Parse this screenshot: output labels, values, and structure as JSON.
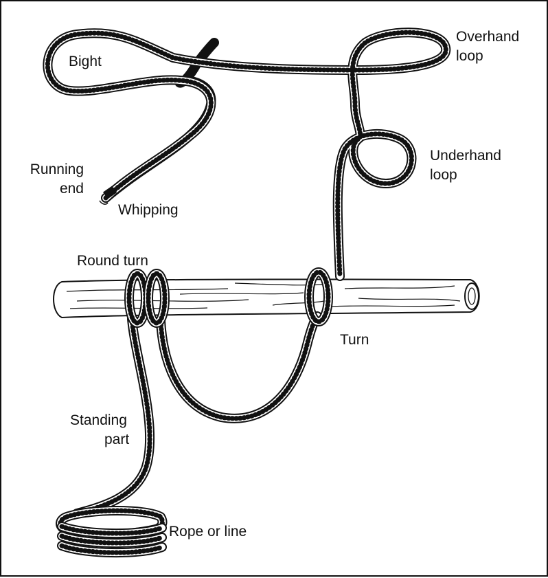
{
  "labels": {
    "bight": "Bight",
    "running_end_1": "Running",
    "running_end_2": "end",
    "whipping": "Whipping",
    "overhand_loop_1": "Overhand",
    "overhand_loop_2": "loop",
    "underhand_loop_1": "Underhand",
    "underhand_loop_2": "loop",
    "round_turn": "Round turn",
    "turn": "Turn",
    "standing_part_1": "Standing",
    "standing_part_2": "part",
    "rope_or_line": "Rope or line"
  },
  "colors": {
    "line": "#111111",
    "rope_fill": "#ffffff",
    "whipping": "#111111"
  }
}
